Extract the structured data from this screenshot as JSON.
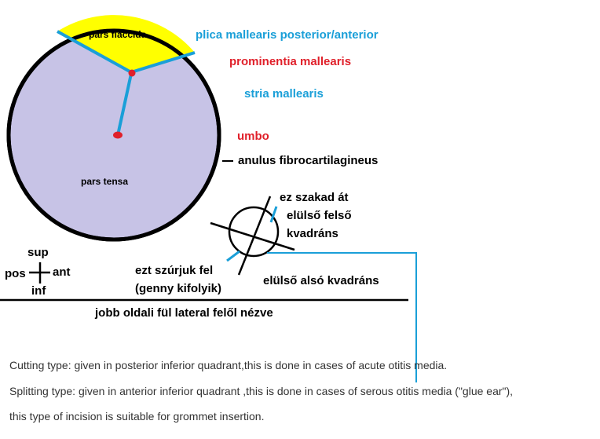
{
  "labels": {
    "pars_flaccida": "pars flaccida",
    "pars_tensa": "pars tensa",
    "plica": "plica mallearis posterior/anterior",
    "prominentia": "prominentia mallearis",
    "stria": "stria mallearis",
    "umbo": "umbo",
    "anulus": "anulus fibrocartilagineus",
    "ez_szakad_at": "ez szakad át",
    "elulso_felso": "elülső felső",
    "kvadrans": "kvadráns",
    "ezt_szurjuk_fel": "ezt szúrjuk fel",
    "genny": "(genny kifolyik)",
    "elulso_also": "elülső alsó kvadráns",
    "sup": "sup",
    "pos": "pos",
    "ant": "ant",
    "inf": "inf",
    "bottom_title": "jobb oldali fül lateral felől nézve"
  },
  "captions": {
    "line1": "Cutting type: given in posterior inferior quadrant,this is done in cases of acute otitis media.",
    "line2": "Splitting type: given in anterior inferior quadrant ,this is done in cases of serous otitis media (\"glue ear\"),",
    "line3": "this type of incision is suitable for grommet  insertion."
  },
  "colors": {
    "pars_tensa_fill": "#c7c3e6",
    "pars_flaccida_fill": "#ffff00",
    "plica_blue": "#1a9fd8",
    "prominentia_red": "#e0202a",
    "umbo_red": "#e0202a",
    "outline": "#000000"
  }
}
